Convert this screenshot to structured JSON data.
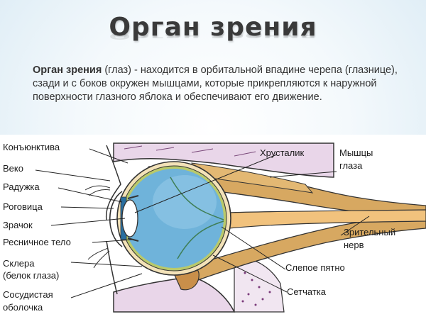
{
  "title": "Орган зрения",
  "intro": {
    "lead": "Орган зрения",
    "text": " (глаз)  - находится в орбитальной впадине черепа (глазнице), сзади и с боков окружен мышцами, которые прикрепляются к наружной поверхности глазного яблока и обеспечивают его движение."
  },
  "labels": {
    "conjunctiva": "Конъюнктива",
    "eyelid": "Веко",
    "iris": "Радужка",
    "cornea": "Роговица",
    "pupil": "Зрачок",
    "ciliary": "Ресничное тело",
    "sclera_1": "Склера",
    "sclera_2": "(белок глаза)",
    "choroid_1": "Сосудистая",
    "choroid_2": "оболочка",
    "lens": "Хрусталик",
    "muscles_1": "Мышцы",
    "muscles_2": "глаза",
    "optic_1": "Зрительный",
    "optic_2": "нерв",
    "blindspot": "Слепое пятно",
    "retina": "Сетчатка"
  },
  "colors": {
    "eyeball": "#6fb3da",
    "muscle": "#d7a861",
    "bone": "#e9d6e9",
    "nerve": "#f1c27d"
  }
}
